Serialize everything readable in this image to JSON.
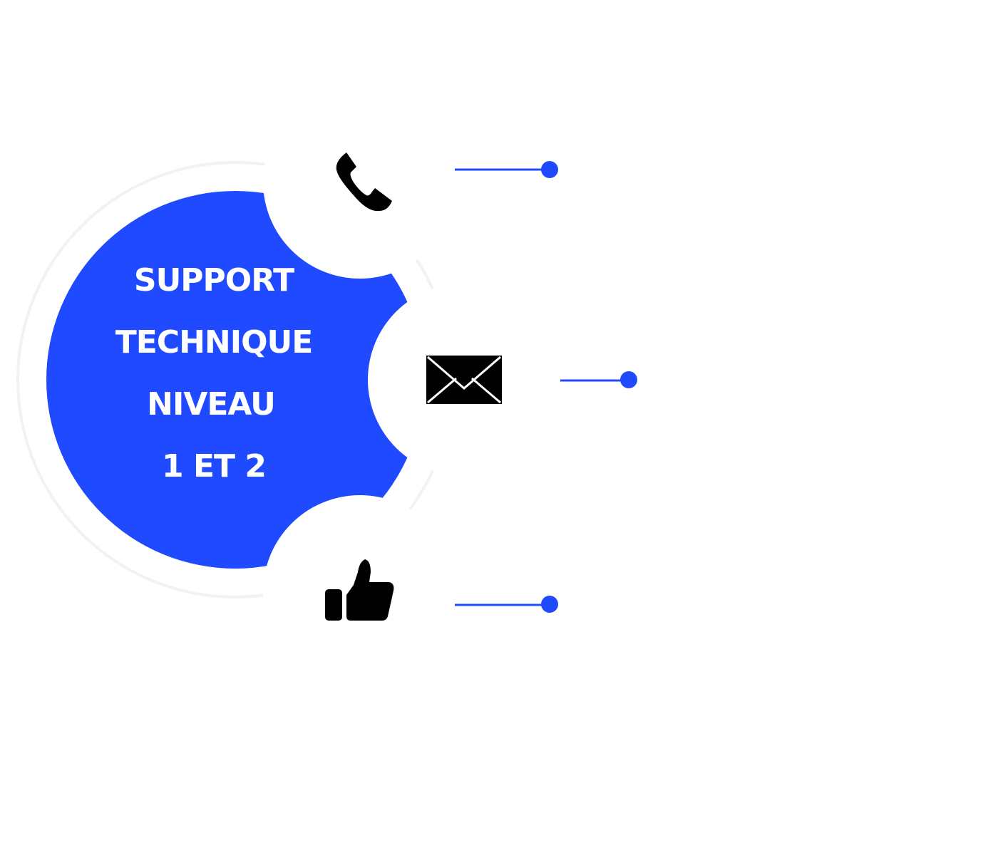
{
  "title_lines": [
    "SUPPORT",
    "TECHNIQUE",
    "NIVEAU",
    "1 ET 2"
  ],
  "colors": {
    "accent": "#1f4aff",
    "ring": "#f2f2f2",
    "icon": "#000000"
  },
  "items": [
    {
      "icon": "phone-icon"
    },
    {
      "icon": "envelope-icon"
    },
    {
      "icon": "thumbs-up-icon"
    }
  ]
}
